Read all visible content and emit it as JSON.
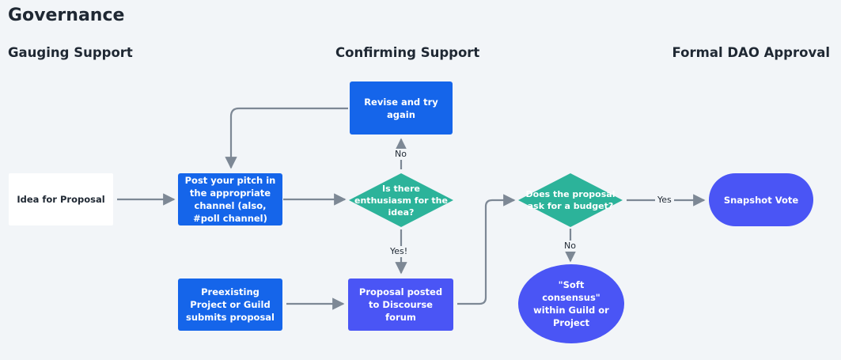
{
  "title": "Governance",
  "columns": {
    "gauging": "Gauging Support",
    "confirming": "Confirming Support",
    "formal": "Formal DAO Approval"
  },
  "nodes": {
    "idea": "Idea for Proposal",
    "post_pitch": "Post your pitch in the appropriate channel (also, #poll channel)",
    "revise": "Revise and try again",
    "enthusiasm": "Is there enthusiasm for the idea?",
    "preexisting": "Preexisting Project or Guild submits proposal",
    "proposal_posted": "Proposal posted to Discourse forum",
    "budget": "Does the proposal ask for a budget?",
    "snapshot": "Snapshot Vote",
    "soft_consensus": "\"Soft consensus\" within Guild or Project"
  },
  "edges": {
    "no_revise": "No",
    "yes_posted": "Yes!",
    "yes_snapshot": "Yes",
    "no_soft": "No"
  },
  "colors": {
    "blue": "#1565ea",
    "violet": "#4a55f5",
    "teal": "#2cb39a",
    "arrow": "#7d8895"
  }
}
